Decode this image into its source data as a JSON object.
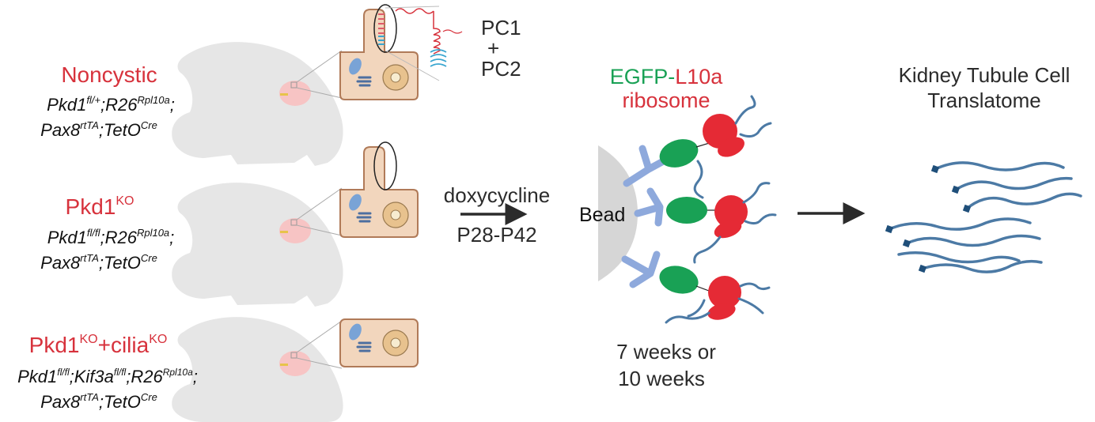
{
  "groups": [
    {
      "title_main": "Noncystic",
      "title_sup": "",
      "title_extra": "",
      "title_extra_sup": "",
      "line1": [
        {
          "t": "Pkd1",
          "s": "fl/+"
        },
        {
          "t": ";R26",
          "s": "Rpl10a"
        },
        {
          "t": ";",
          "s": ""
        }
      ],
      "line2": [
        {
          "t": "Pax8",
          "s": "rtTA"
        },
        {
          "t": ";TetO",
          "s": "Cre"
        }
      ]
    },
    {
      "title_main": "Pkd1",
      "title_sup": "KO",
      "title_extra": "",
      "title_extra_sup": "",
      "line1": [
        {
          "t": "Pkd1",
          "s": "fl/fl"
        },
        {
          "t": ";R26",
          "s": "Rpl10a"
        },
        {
          "t": ";",
          "s": ""
        }
      ],
      "line2": [
        {
          "t": "Pax8",
          "s": "rtTA"
        },
        {
          "t": ";TetO",
          "s": "Cre"
        }
      ]
    },
    {
      "title_main": "Pkd1",
      "title_sup": "KO",
      "title_extra": "+cilia",
      "title_extra_sup": "KO",
      "line1": [
        {
          "t": "Pkd1",
          "s": "fl/fl"
        },
        {
          "t": ";Kif3a",
          "s": "fl/fl"
        },
        {
          "t": ";R26",
          "s": "Rpl10a"
        },
        {
          "t": ";",
          "s": ""
        }
      ],
      "line2": [
        {
          "t": "Pax8",
          "s": "rtTA"
        },
        {
          "t": ";TetO",
          "s": "Cre"
        }
      ]
    }
  ],
  "pc_label": {
    "line1": "PC1",
    "line2": "+",
    "line3": "PC2"
  },
  "treatment": {
    "drug": "doxycycline",
    "window": "P28-P42"
  },
  "ribosome_label": {
    "egfp": "EGFP-",
    "l10a": "L10a",
    "ribosome": "ribosome"
  },
  "bead_label": "Bead",
  "duration": {
    "line1": "7 weeks or",
    "line2": "10 weeks"
  },
  "result": {
    "line1": "Kidney Tubule Cell",
    "line2": "Translatome"
  },
  "colors": {
    "mouse": "#e6e6e6",
    "kidney": "#f7c4c4",
    "cell_fill": "#f2d6bd",
    "cell_stroke": "#b07a58",
    "nucleus": "#e8c28e",
    "vesicle_blue": "#79a3d6",
    "label_red": "#d7323c",
    "egfp_green": "#19a155",
    "ribosome_red": "#e52a35",
    "antibody": "#8ea9dc",
    "bead": "#d6d6d6",
    "mrna": "#4c7aa5",
    "mrna_cap": "#1f4f7a",
    "arrow": "#2b2b2b"
  }
}
